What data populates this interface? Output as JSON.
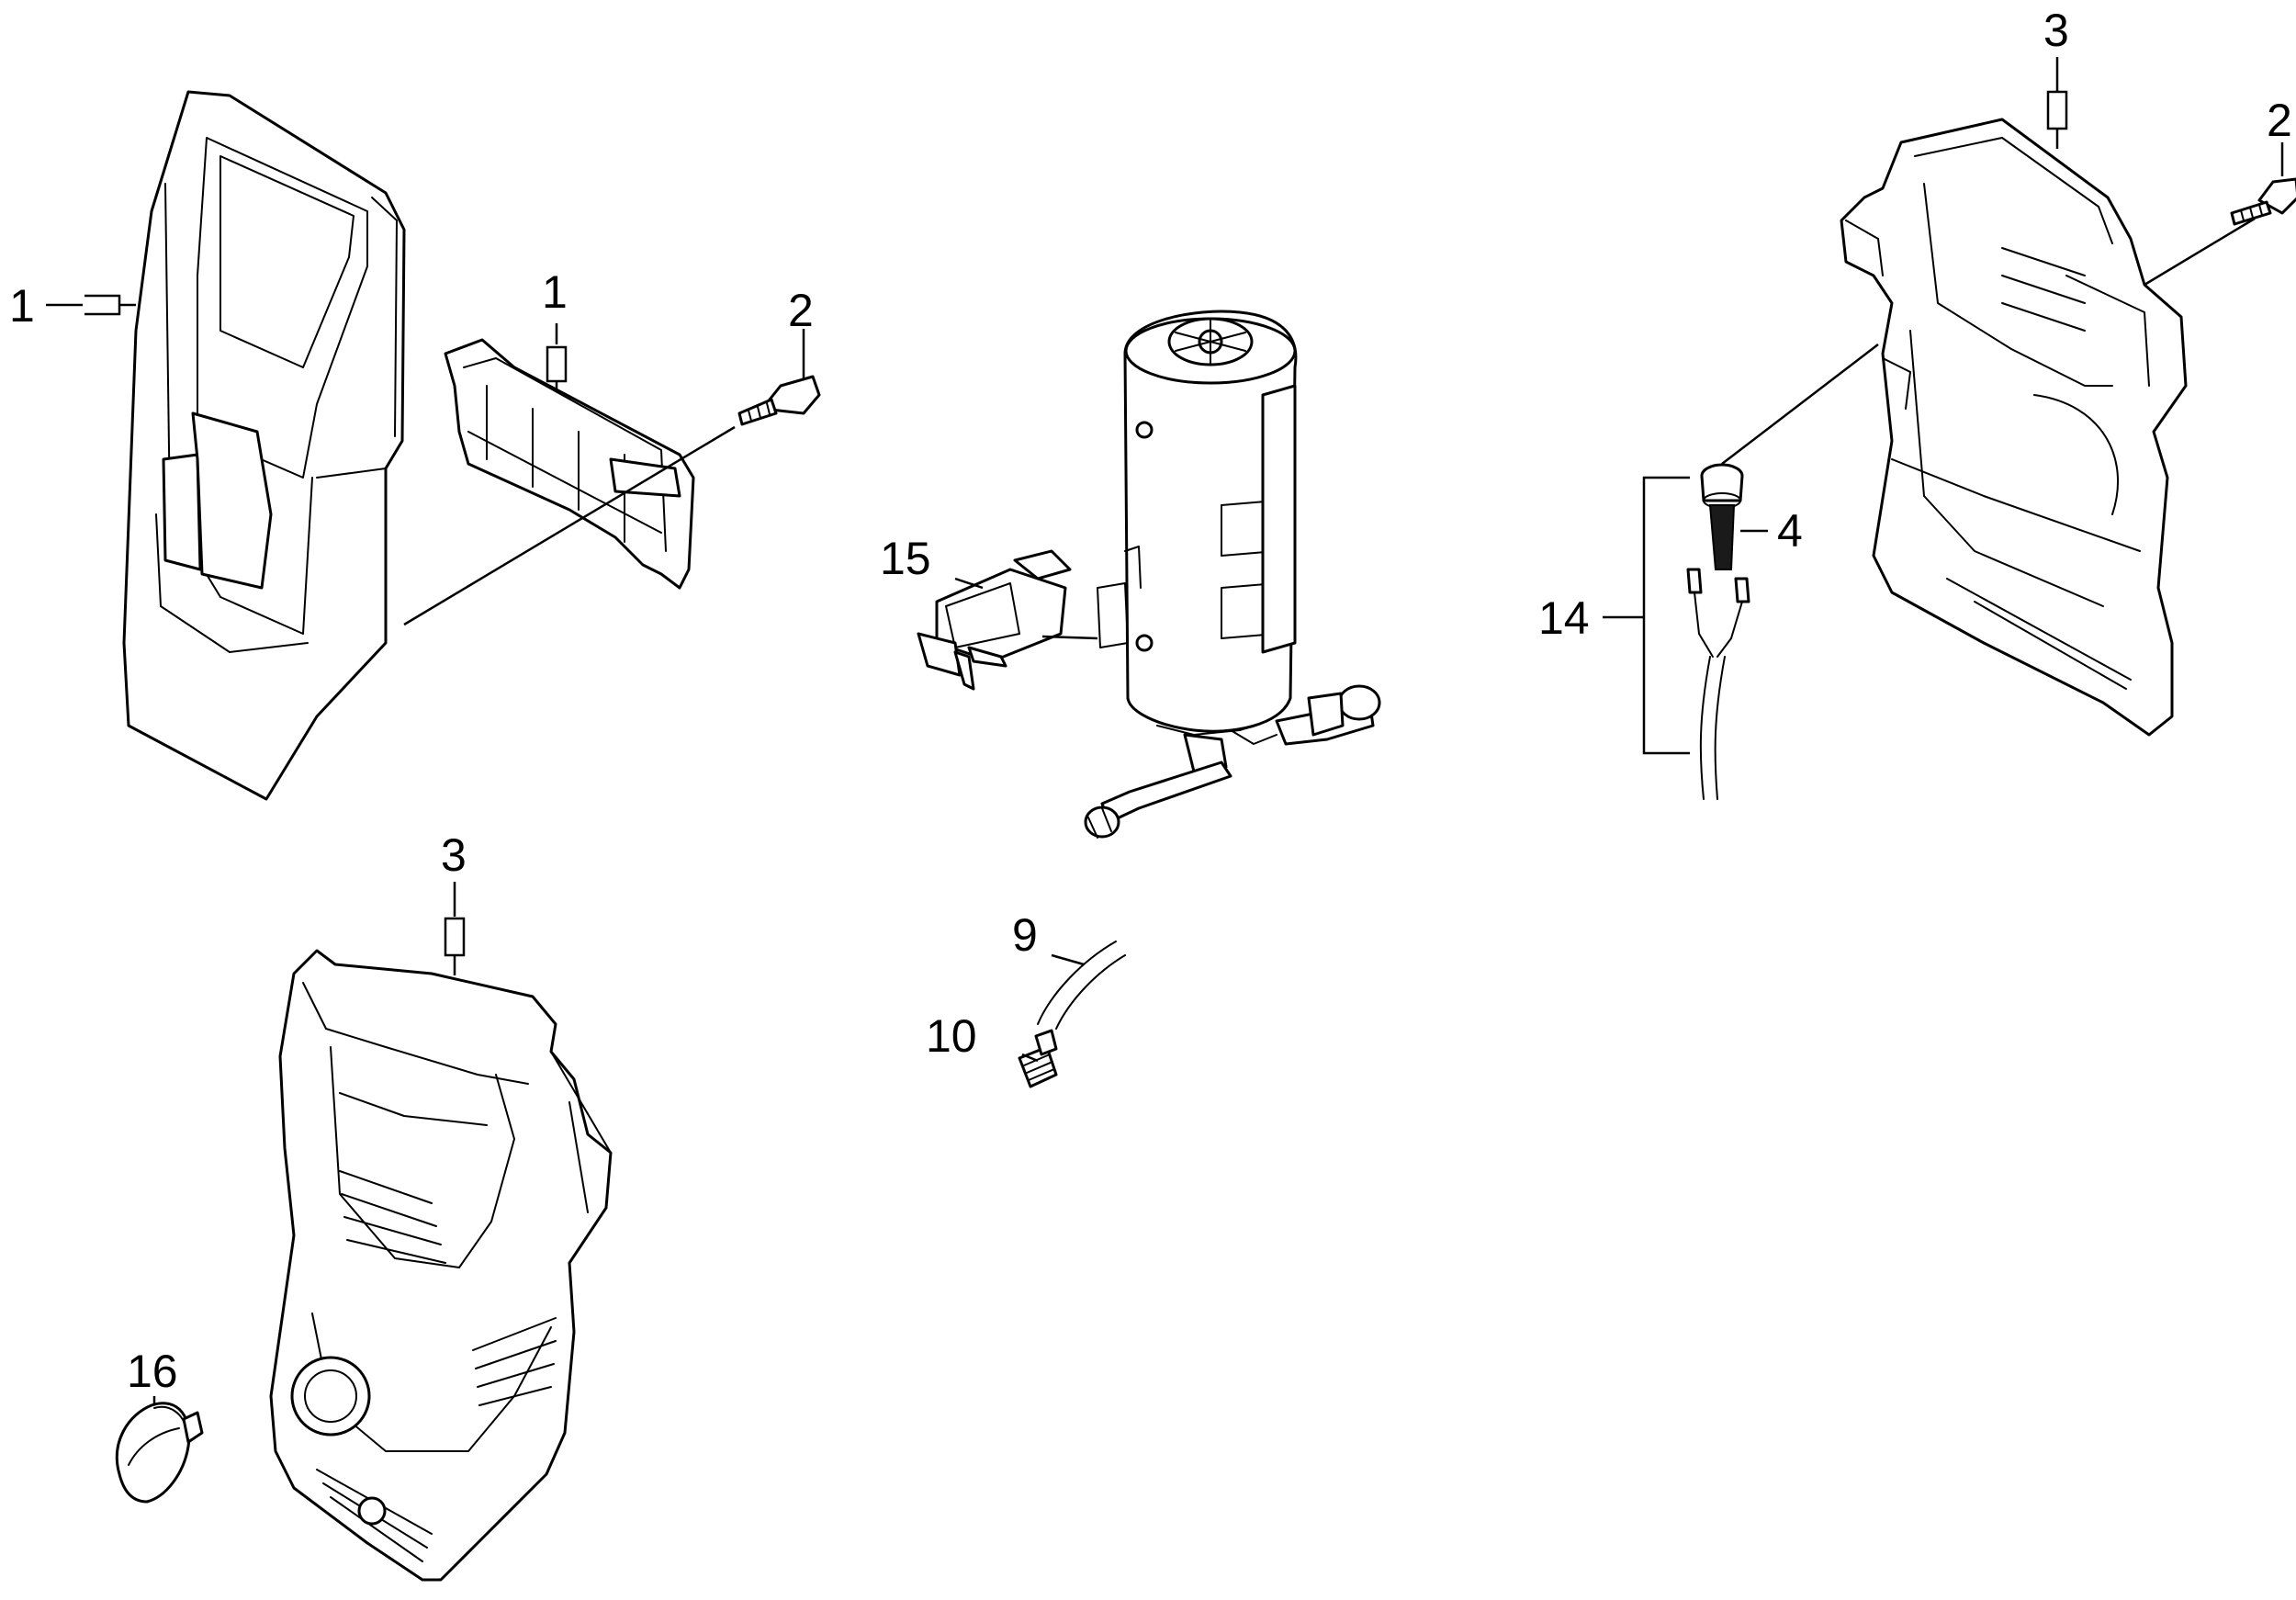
{
  "callouts": {
    "front_cover_1": "1",
    "holder_1": "1",
    "screw_2_left": "2",
    "screw_2_right": "2",
    "housing_3_back": "3",
    "housing_3_front": "3",
    "cable_gland_4": "4",
    "hose_9": "9",
    "connector_10": "10",
    "power_cable_14": "14",
    "switch_15": "15",
    "cap_16": "16"
  }
}
